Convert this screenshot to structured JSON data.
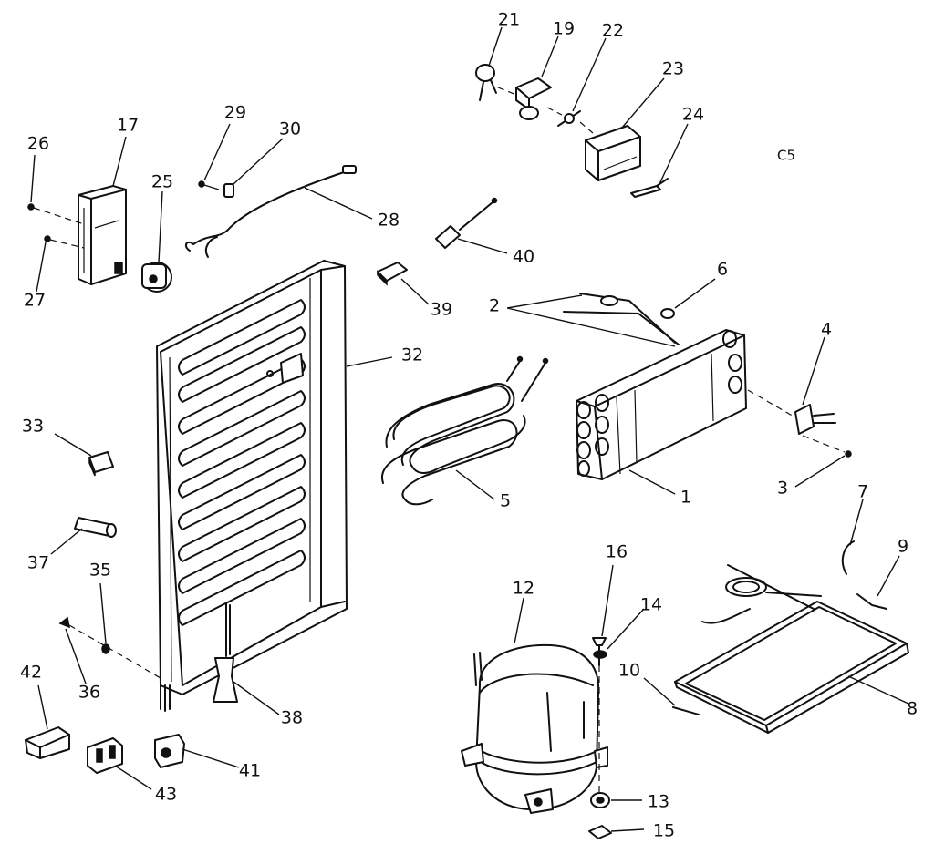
{
  "diagram_code": "C5",
  "callouts": {
    "p1": "1",
    "p2": "2",
    "p3": "3",
    "p4": "4",
    "p5": "5",
    "p6": "6",
    "p7": "7",
    "p8": "8",
    "p9": "9",
    "p10": "10",
    "p12": "12",
    "p13": "13",
    "p14": "14",
    "p15": "15",
    "p16": "16",
    "p17": "17",
    "p19": "19",
    "p21": "21",
    "p22": "22",
    "p23": "23",
    "p24": "24",
    "p25": "25",
    "p26": "26",
    "p27": "27",
    "p28": "28",
    "p29": "29",
    "p30": "30",
    "p32": "32",
    "p33": "33",
    "p35": "35",
    "p36": "36",
    "p37": "37",
    "p38": "38",
    "p39": "39",
    "p40": "40",
    "p41": "41",
    "p42": "42",
    "p43": "43"
  },
  "colors": {
    "ink": "#111111",
    "paper": "#ffffff"
  }
}
